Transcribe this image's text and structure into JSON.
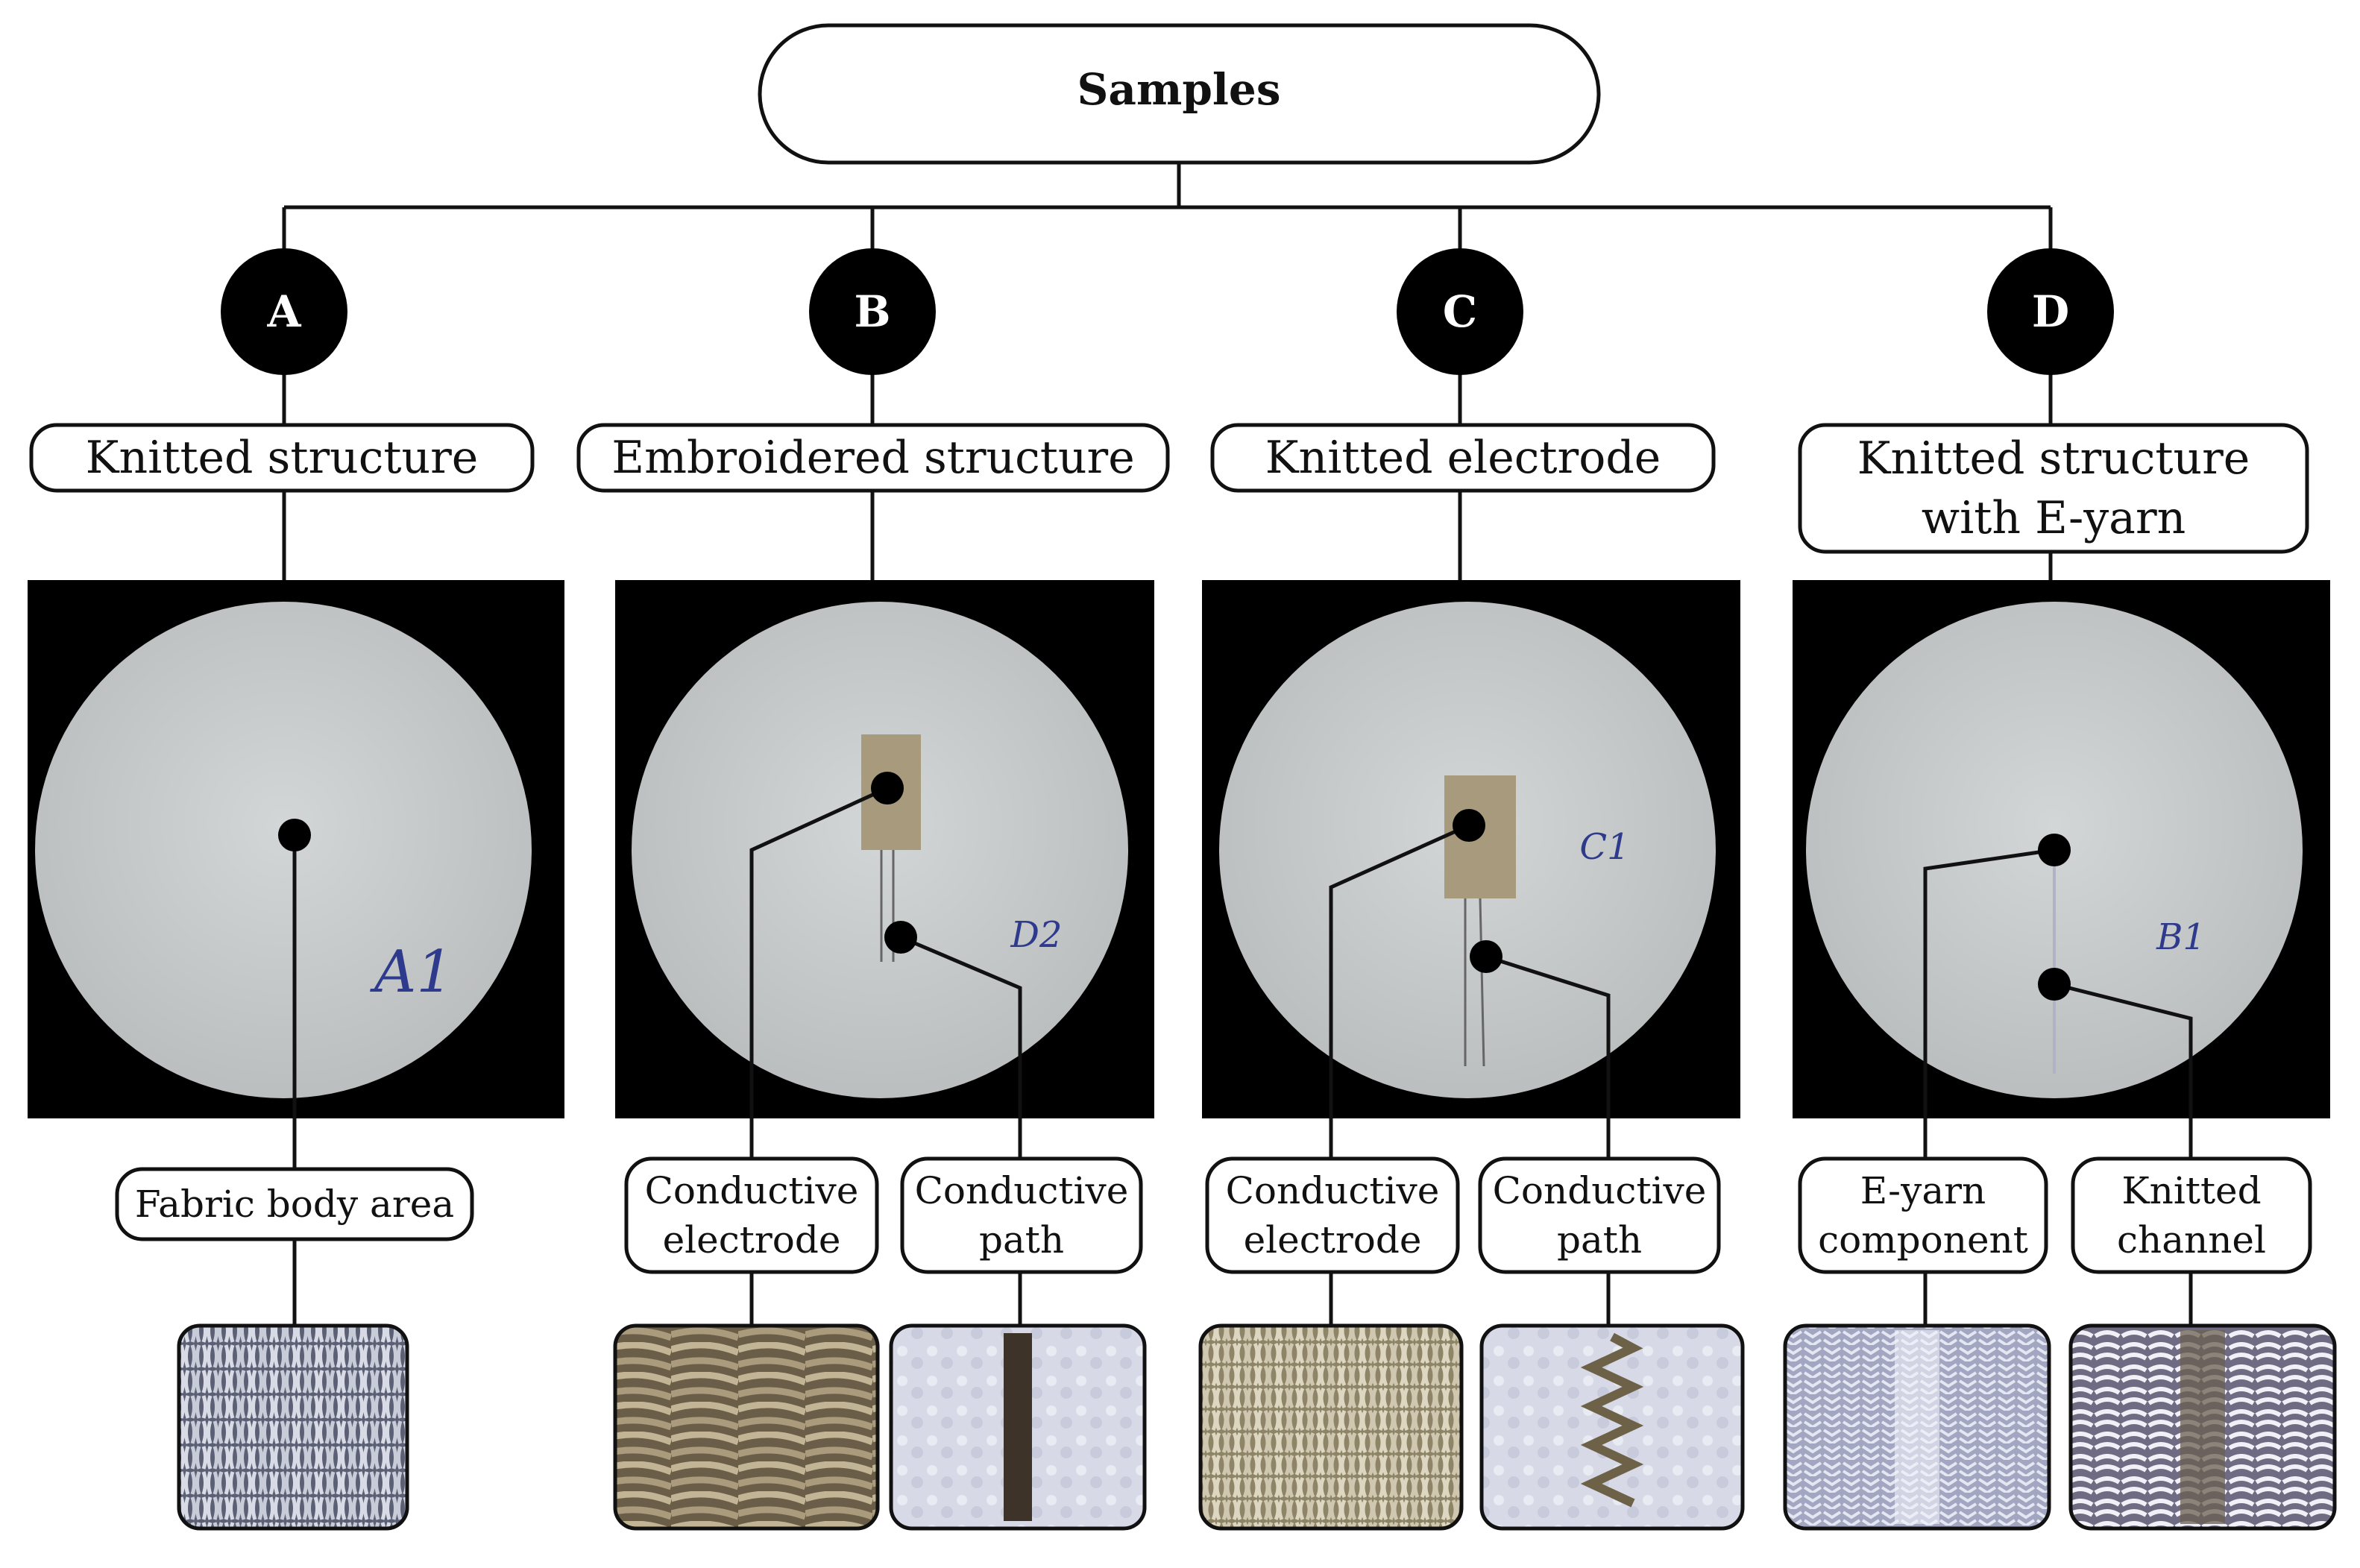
{
  "root": {
    "label": "Samples"
  },
  "branches": [
    {
      "id": "A",
      "badge": "A",
      "title_lines": [
        "Knitted structure"
      ],
      "sample_mark": "A1",
      "details": [
        {
          "lines": [
            "Fabric body area"
          ],
          "swatch": "knit-grey"
        }
      ]
    },
    {
      "id": "B",
      "badge": "B",
      "title_lines": [
        "Embroidered structure"
      ],
      "sample_mark": "D2",
      "details": [
        {
          "lines": [
            "Conductive",
            "electrode"
          ],
          "swatch": "embroidery-bronze"
        },
        {
          "lines": [
            "Conductive",
            "path"
          ],
          "swatch": "stitch-dark"
        }
      ]
    },
    {
      "id": "C",
      "badge": "C",
      "title_lines": [
        "Knitted electrode"
      ],
      "sample_mark": "C1",
      "details": [
        {
          "lines": [
            "Conductive",
            "electrode"
          ],
          "swatch": "knit-beige"
        },
        {
          "lines": [
            "Conductive",
            "path"
          ],
          "swatch": "zigzag"
        }
      ]
    },
    {
      "id": "D",
      "badge": "D",
      "title_lines": [
        "Knitted structure",
        "with E-yarn"
      ],
      "sample_mark": "B1",
      "details": [
        {
          "lines": [
            "E-yarn",
            "component"
          ],
          "swatch": "eyarn-light"
        },
        {
          "lines": [
            "Knitted",
            "channel"
          ],
          "swatch": "channel-dark"
        }
      ]
    }
  ],
  "colors": {
    "line": "#111111",
    "photo_bg": "#000000",
    "fabric": "#c9cccc",
    "electrode": "#a89a7c",
    "ink": "#2e3a8c"
  }
}
